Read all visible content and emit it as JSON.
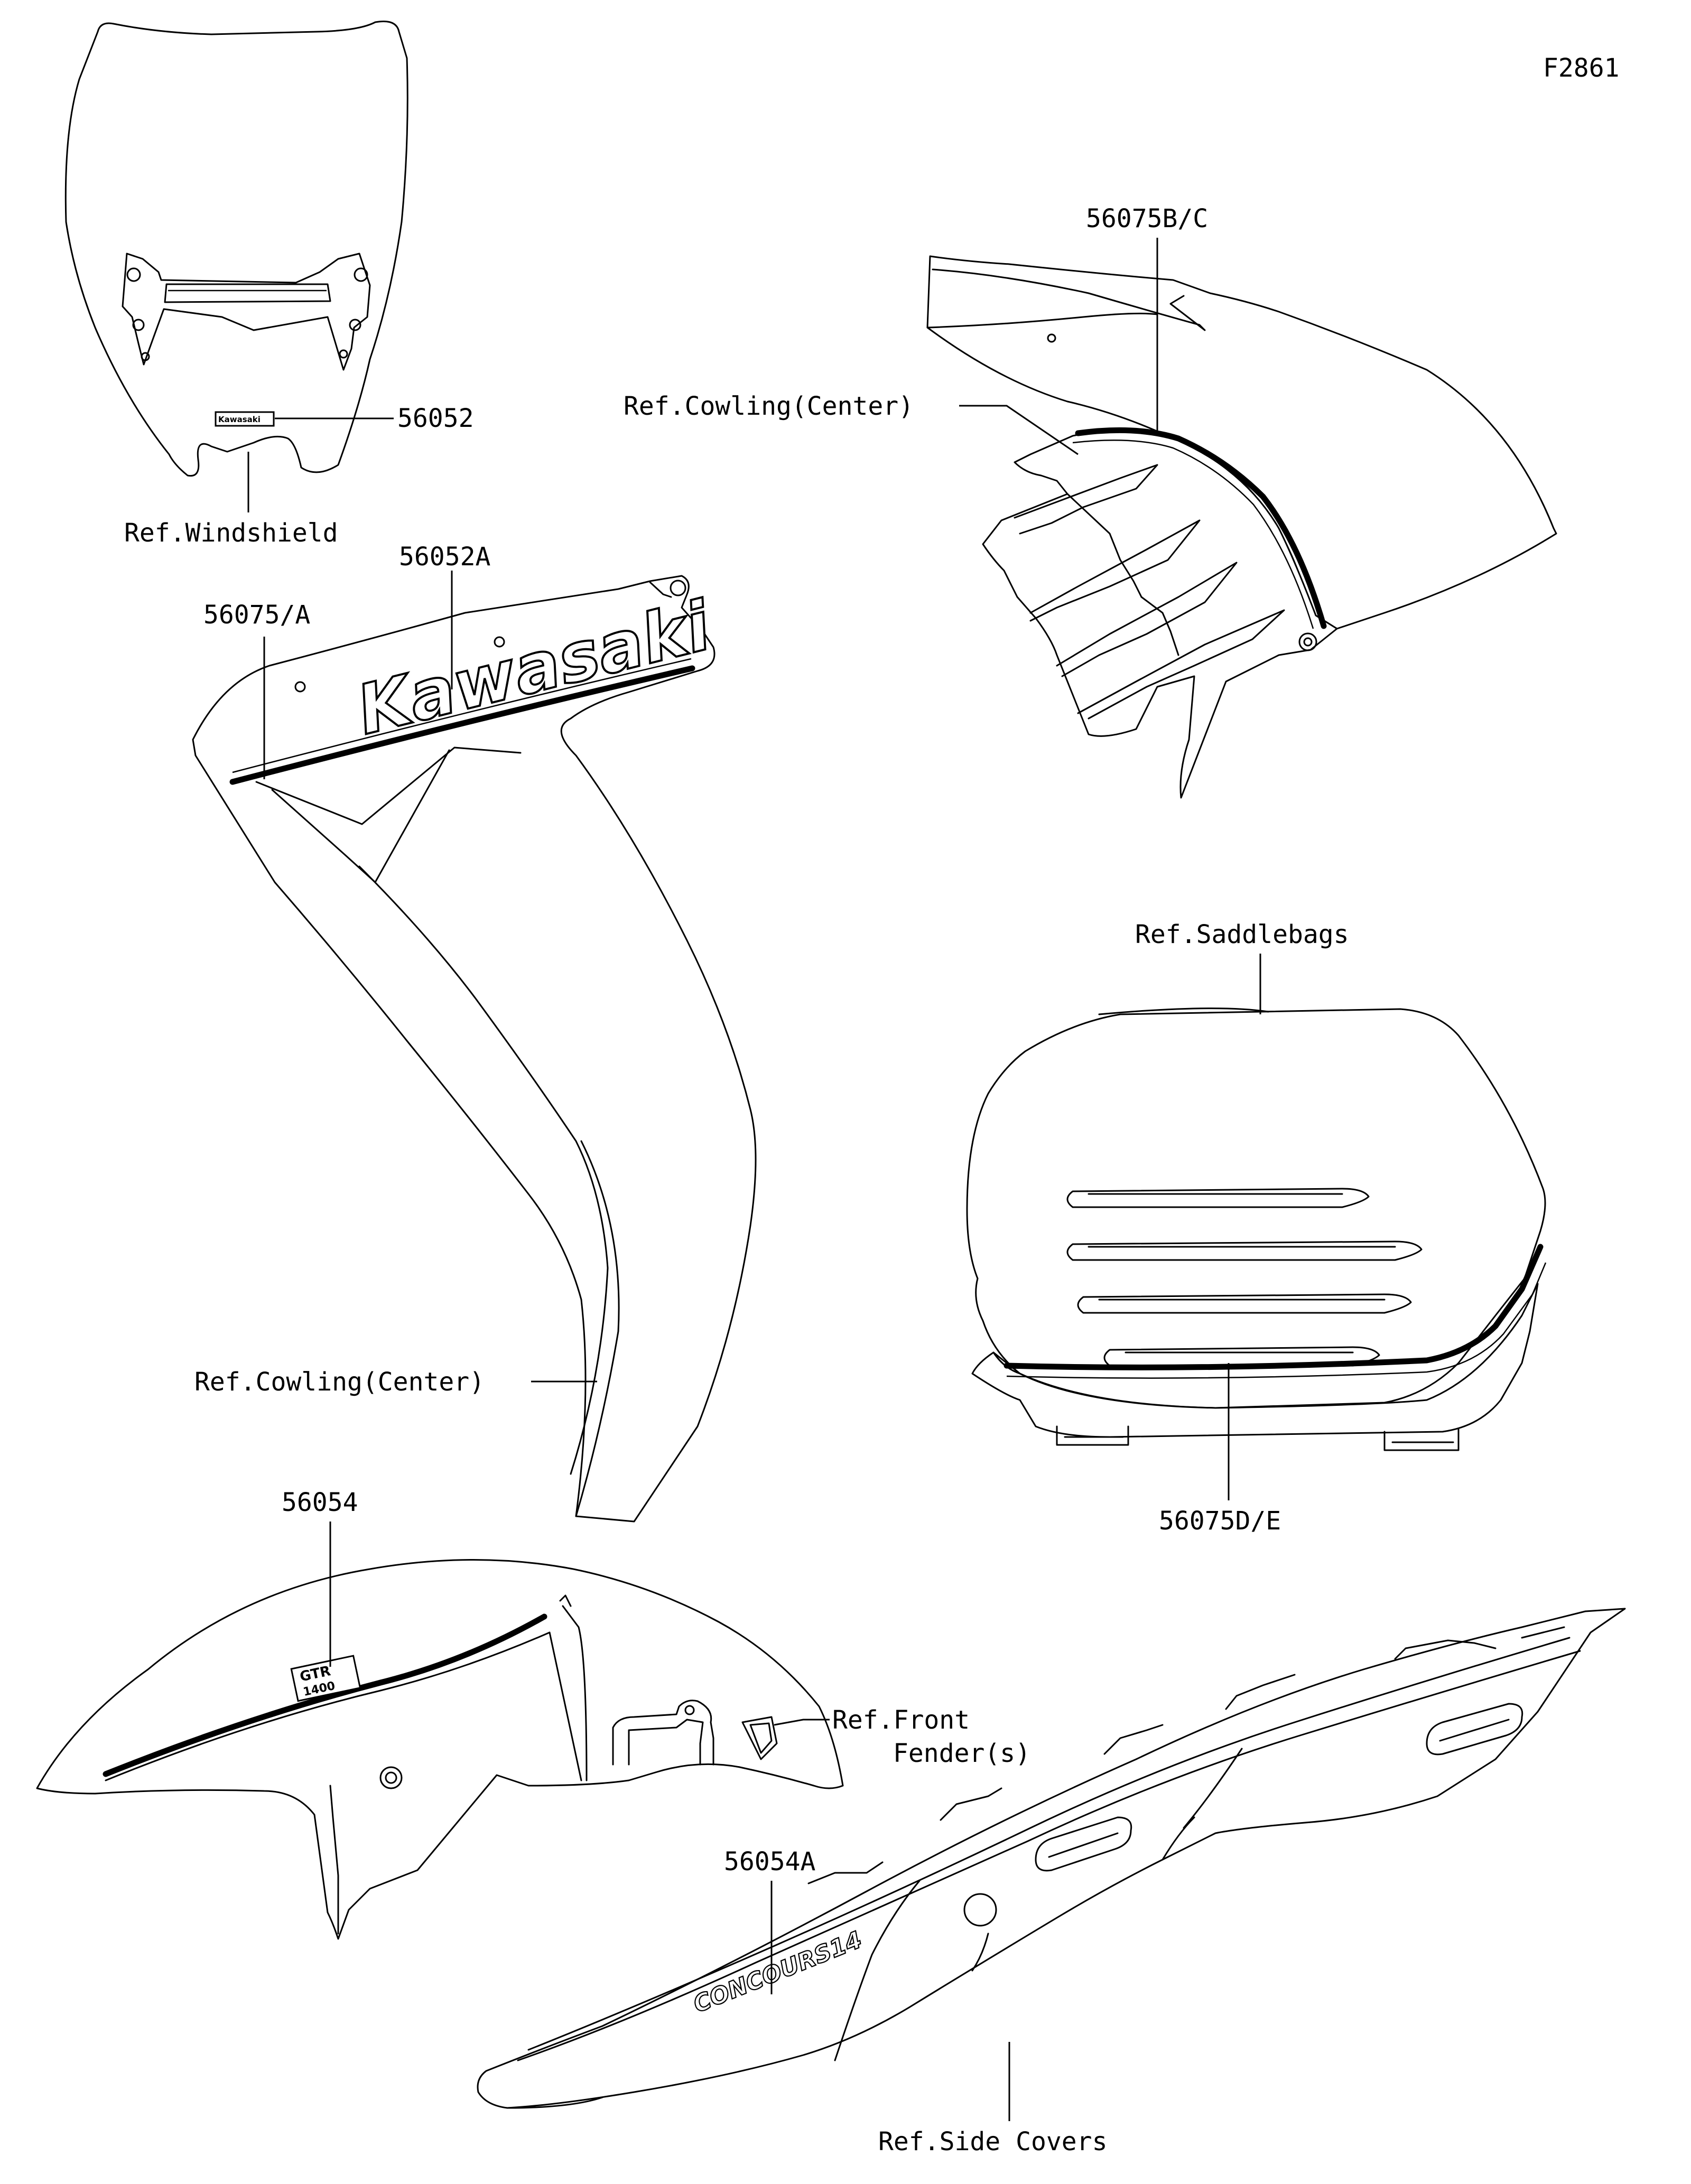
{
  "figure_code": "F2861",
  "callouts": {
    "windshield_emblem": "56052",
    "windshield_ref": "Ref.Windshield",
    "cowling_left_decal": "56052A",
    "cowling_left_stripe": "56075/A",
    "cowling_left_ref": "Ref.Cowling(Center)",
    "cowling_right_stripe": "56075B/C",
    "cowling_right_ref": "Ref.Cowling(Center)",
    "saddlebag_ref": "Ref.Saddlebags",
    "saddlebag_stripe": "56075D/E",
    "fender_emblem": "56054",
    "fender_ref_line1": "Ref.Front",
    "fender_ref_line2": "Fender(s)",
    "side_cover_emblem": "56054A",
    "side_cover_ref": "Ref.Side Covers"
  },
  "decal_texts": {
    "cowling_logo": "Kawasaki",
    "windshield_logo": "Kawasaki",
    "fender_logo_line1": "GTR",
    "fender_logo_line2": "1400",
    "side_cover_logo": "CONCOURS14"
  }
}
